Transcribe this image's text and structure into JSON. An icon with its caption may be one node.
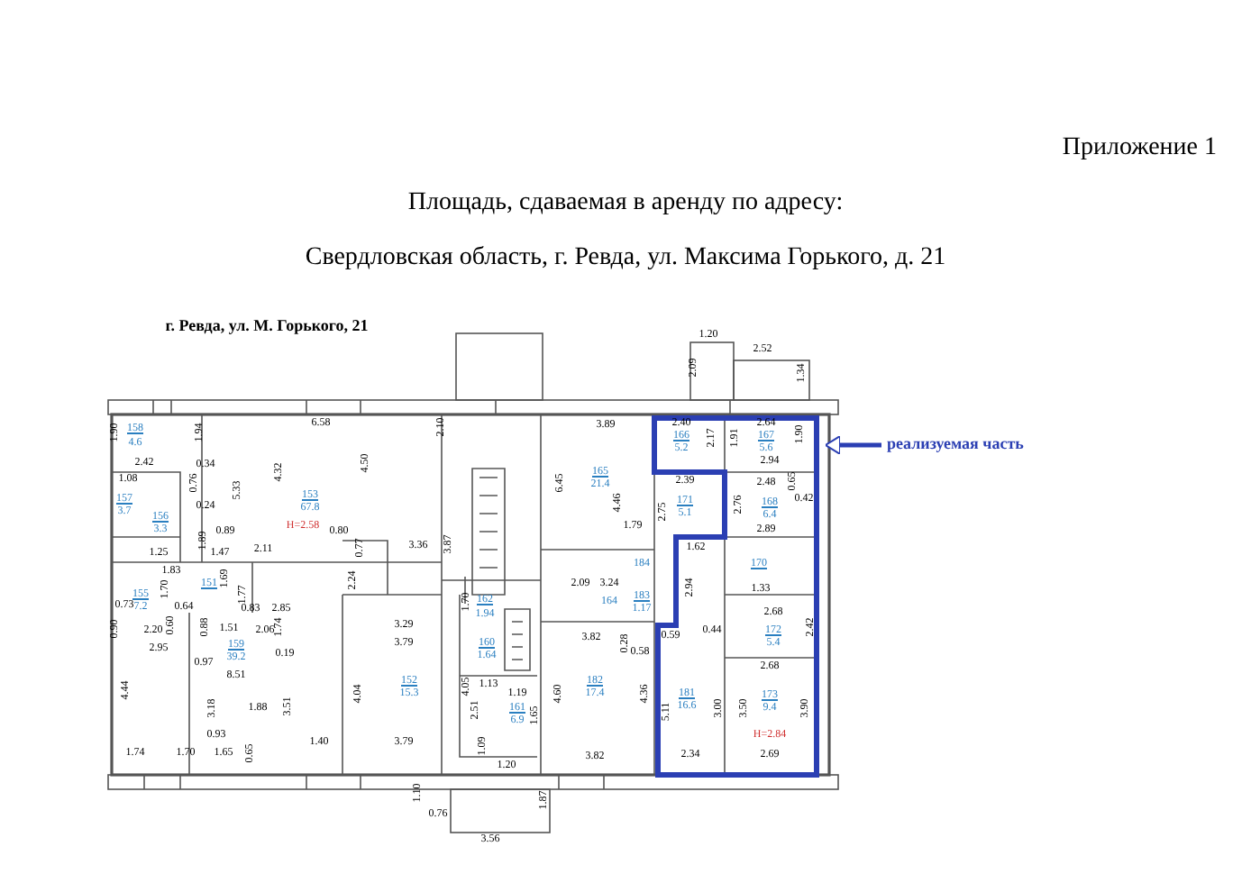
{
  "diagram": {
    "title": "Площадь, сдаваемая в аренду по адресу:",
    "nodes": [
      {
        "text": [
          "реализуемая часть"
        ]
      },
      {
        "text": [],
        "shape": "box"
      }
    ],
    "edges": [
      {
        "from": 0,
        "to": 1,
        "arrow": "to"
      }
    ],
    "labels": [
      "Приложение 1",
      "Свердловская область, г. Ревда, ул. Максима Горького, д. 21",
      "г. Ревда, ул. М. Горького, 21",
      "1.90",
      "158",
      "4.6",
      "2.42",
      "1.94",
      "6.58",
      "1.08",
      "157",
      "3.7",
      "0.34",
      "0.76",
      "5.33",
      "4.32",
      "0.24",
      "156",
      "3.3",
      "1.89",
      "1.25",
      "1.47",
      "153",
      "67.8",
      "H=2.58",
      "4.50",
      "2.10",
      "0.89",
      "2.11",
      "0.80",
      "0.77",
      "3.36",
      "1.77",
      "1.83",
      "155",
      "7.2",
      "1.70",
      "151",
      "1.69",
      "0.73",
      "0.90",
      "2.20",
      "0.60",
      "0.64",
      "0.88",
      "1.51",
      "0.83",
      "2.85",
      "2.06",
      "1.74",
      "0.19",
      "2.24",
      "2.95",
      "159",
      "39.2",
      "8.51",
      "0.97",
      "4.44",
      "3.18",
      "1.88",
      "3.51",
      "0.93",
      "1.40",
      "1.74",
      "1.70",
      "1.65",
      "0.65",
      "3.29",
      "3.79",
      "4.04",
      "152",
      "15.3",
      "4.05",
      "3.79",
      "3.87",
      "6.45",
      "1.70",
      "162",
      "1.94",
      "160",
      "1.64",
      "1.13",
      "161",
      "6.9",
      "2.51",
      "1.65",
      "1.19",
      "1.09",
      "1.20",
      "1.10",
      "0.76",
      "1.87",
      "3.56",
      "3.89",
      "165",
      "21.4",
      "4.46",
      "1.79",
      "2.09",
      "3.24",
      "164",
      "184",
      "183",
      "1.17",
      "0.28",
      "0.58",
      "3.82",
      "4.60",
      "182",
      "17.4",
      "4.36",
      "3.82",
      "1.20",
      "2.09",
      "2.52",
      "1.34",
      "2.40",
      "166",
      "5.2",
      "2.17",
      "1.91",
      "2.64",
      "167",
      "5.6",
      "1.90",
      "2.94",
      "2.39",
      "171",
      "5.1",
      "2.75",
      "2.48",
      "0.65",
      "0.42",
      "2.76",
      "168",
      "6.4",
      "2.89",
      "1.62",
      "2.94",
      "170",
      "1.33",
      "0.59",
      "0.44",
      "2.68",
      "172",
      "5.4",
      "2.42",
      "2.68",
      "173",
      "9.4",
      "H=2.84",
      "3.50",
      "3.90",
      "2.69",
      "181",
      "16.6",
      "5.11",
      "3.00",
      "2.34"
    ]
  }
}
